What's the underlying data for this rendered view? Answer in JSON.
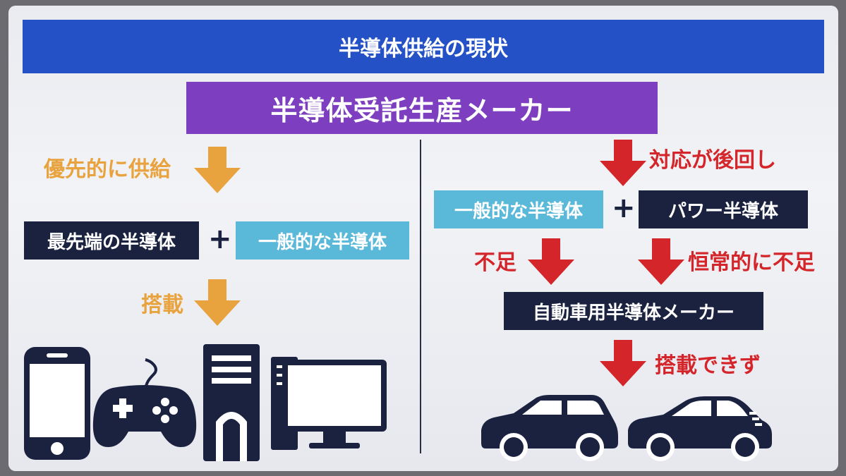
{
  "title": "半導体供給の現状",
  "foundry": "半導体受託生産メーカー",
  "left": {
    "priority_label": "優先的に供給",
    "chip_advanced": "最先端の半導体",
    "plus": "+",
    "chip_general": "一般的な半導体",
    "mounted_label": "搭載",
    "devices": [
      "smartphone-icon",
      "game-controller-icon",
      "desktop-pc-icon"
    ]
  },
  "right": {
    "deferred_label": "対応が後回し",
    "chip_general": "一般的な半導体",
    "plus": "+",
    "chip_power": "パワー半導体",
    "shortage_label": "不足",
    "chronic_shortage_label": "恒常的に不足",
    "automaker": "自動車用半導体メーカー",
    "cannot_mount_label": "搭載できず",
    "devices": [
      "hatchback-car-icon",
      "sedan-car-icon"
    ]
  },
  "colors": {
    "title_bar": "#2451c6",
    "foundry_bar": "#7d3fbf",
    "navy": "#1b2240",
    "sky": "#5ab8d9",
    "orange": "#e8a23e",
    "red": "#d4262a"
  }
}
